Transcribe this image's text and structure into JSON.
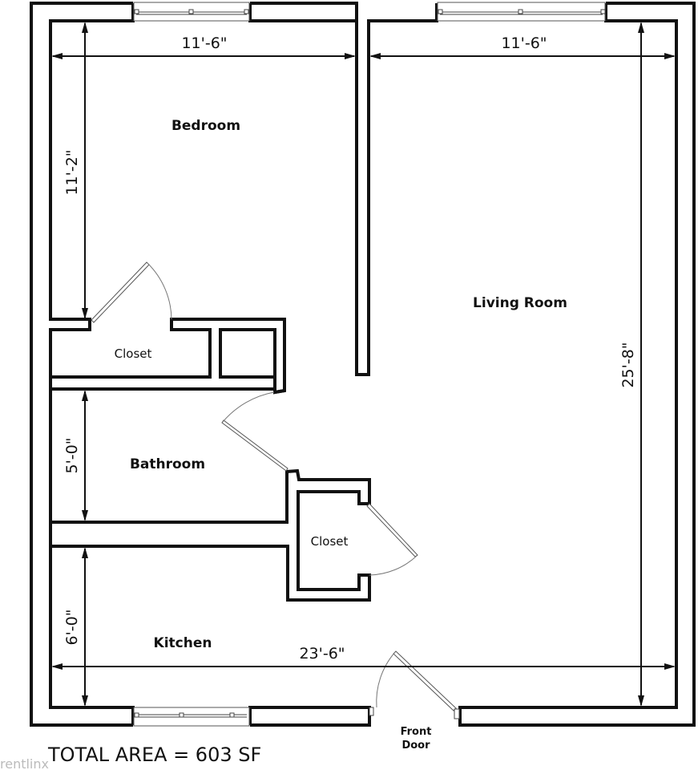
{
  "rooms": {
    "bedroom": "Bedroom",
    "living_room": "Living Room",
    "bathroom": "Bathroom",
    "kitchen": "Kitchen",
    "closet_bedroom": "Closet",
    "closet_hall": "Closet"
  },
  "dimensions": {
    "bedroom_width": "11'-6\"",
    "living_width": "11'-6\"",
    "bedroom_depth": "11'-2\"",
    "living_depth": "25'-8\"",
    "bathroom_depth": "5'-0\"",
    "kitchen_depth": "6'-0\"",
    "total_width": "23'-6\""
  },
  "labels": {
    "front_door_line1": "Front",
    "front_door_line2": "Door",
    "total_area": "TOTAL AREA = 603 SF",
    "watermark": "rentlinx"
  },
  "colors": {
    "wall": "#111111",
    "background": "#ffffff"
  }
}
